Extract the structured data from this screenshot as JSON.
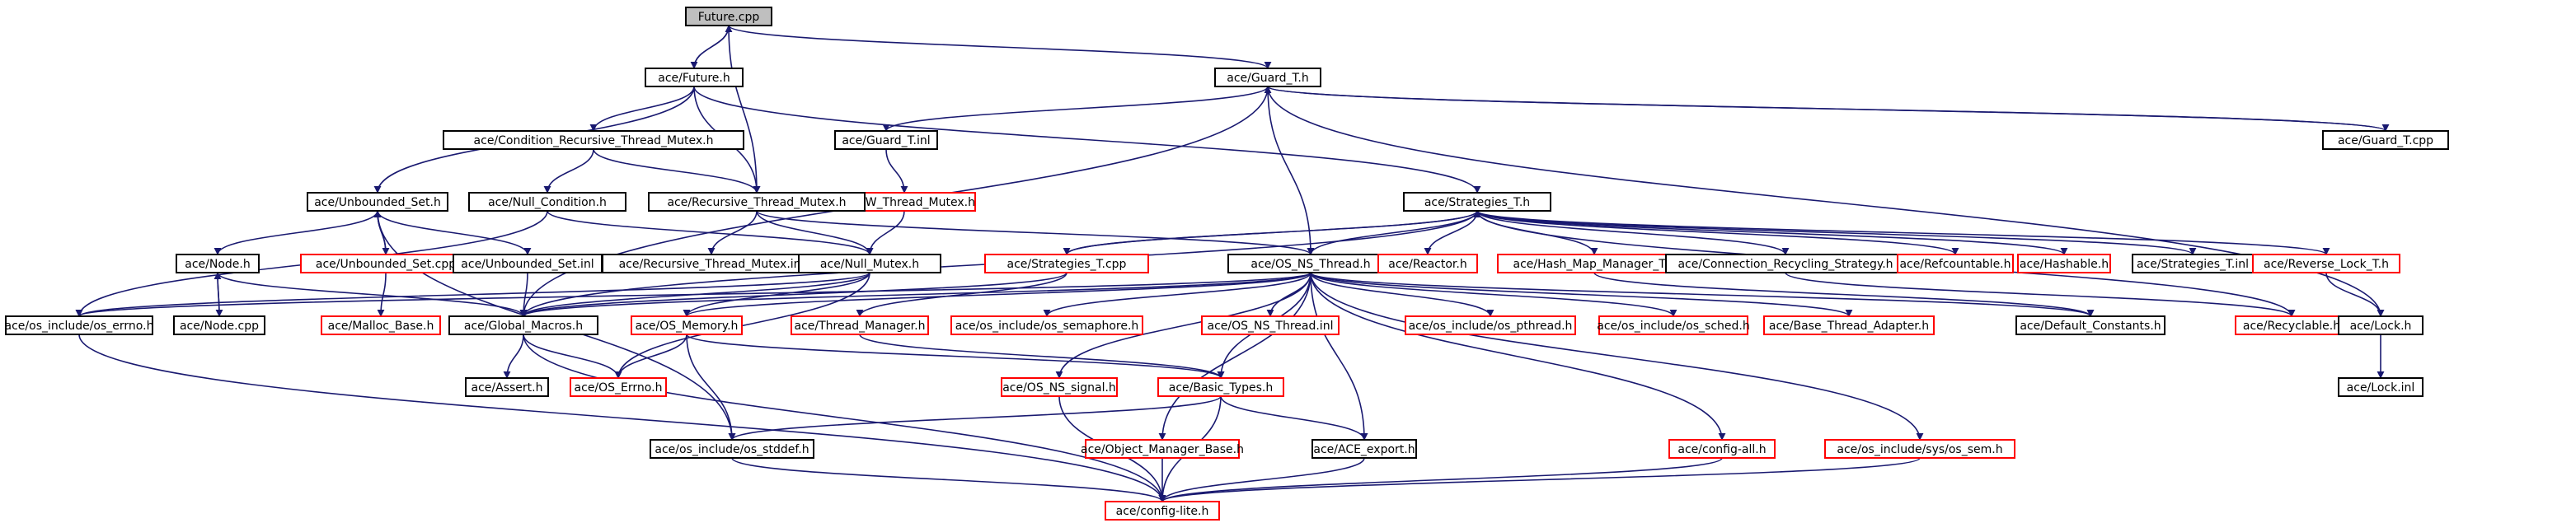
{
  "colors": {
    "normal": "#000000",
    "missing": "#ff0000",
    "root_fill": "#bfbfbf",
    "edge": "#191970"
  },
  "nodes": [
    {
      "id": "n0",
      "label": "Future.cpp",
      "kind": "root"
    },
    {
      "id": "n1",
      "label": "ace/Future.h",
      "kind": "normal"
    },
    {
      "id": "n2",
      "label": "ace/Guard_T.h",
      "kind": "normal"
    },
    {
      "id": "n3",
      "label": "ace/Guard_T.inl",
      "kind": "normal"
    },
    {
      "id": "n4",
      "label": "ace/Guard_T.cpp",
      "kind": "normal"
    },
    {
      "id": "n5",
      "label": "ace/Condition_Recursive_Thread_Mutex.h",
      "kind": "normal"
    },
    {
      "id": "n6",
      "label": "ace/RW_Thread_Mutex.h",
      "kind": "missing"
    },
    {
      "id": "n7",
      "label": "ace/Null_Condition.h",
      "kind": "normal"
    },
    {
      "id": "n8",
      "label": "ace/Recursive_Thread_Mutex.h",
      "kind": "normal"
    },
    {
      "id": "n9",
      "label": "ace/Unbounded_Set.h",
      "kind": "normal"
    },
    {
      "id": "n10",
      "label": "ace/Strategies_T.h",
      "kind": "normal"
    },
    {
      "id": "n11",
      "label": "ace/Node.h",
      "kind": "normal"
    },
    {
      "id": "n12",
      "label": "ace/Unbounded_Set.cpp",
      "kind": "missing"
    },
    {
      "id": "n13",
      "label": "ace/Unbounded_Set.inl",
      "kind": "normal"
    },
    {
      "id": "n14",
      "label": "ace/Recursive_Thread_Mutex.inl",
      "kind": "normal"
    },
    {
      "id": "n15",
      "label": "ace/Null_Mutex.h",
      "kind": "normal"
    },
    {
      "id": "n16",
      "label": "ace/Strategies_T.cpp",
      "kind": "missing"
    },
    {
      "id": "n17",
      "label": "ace/OS_NS_Thread.h",
      "kind": "normal"
    },
    {
      "id": "n18",
      "label": "ace/Reactor.h",
      "kind": "missing"
    },
    {
      "id": "n19",
      "label": "ace/Hash_Map_Manager_T.h",
      "kind": "missing"
    },
    {
      "id": "n20",
      "label": "ace/Connection_Recycling_Strategy.h",
      "kind": "normal"
    },
    {
      "id": "n21",
      "label": "ace/Refcountable.h",
      "kind": "missing"
    },
    {
      "id": "n22",
      "label": "ace/Hashable.h",
      "kind": "missing"
    },
    {
      "id": "n23",
      "label": "ace/Strategies_T.inl",
      "kind": "normal"
    },
    {
      "id": "n24",
      "label": "ace/Reverse_Lock_T.h",
      "kind": "missing"
    },
    {
      "id": "n25",
      "label": "ace/os_include/os_errno.h",
      "kind": "normal"
    },
    {
      "id": "n26",
      "label": "ace/Node.cpp",
      "kind": "normal"
    },
    {
      "id": "n27",
      "label": "ace/Malloc_Base.h",
      "kind": "missing"
    },
    {
      "id": "n28",
      "label": "ace/Global_Macros.h",
      "kind": "normal"
    },
    {
      "id": "n29",
      "label": "ace/OS_Memory.h",
      "kind": "missing"
    },
    {
      "id": "n30",
      "label": "ace/Thread_Manager.h",
      "kind": "missing"
    },
    {
      "id": "n31",
      "label": "ace/os_include/os_semaphore.h",
      "kind": "missing"
    },
    {
      "id": "n32",
      "label": "ace/OS_NS_Thread.inl",
      "kind": "missing"
    },
    {
      "id": "n33",
      "label": "ace/os_include/os_pthread.h",
      "kind": "missing"
    },
    {
      "id": "n34",
      "label": "ace/os_include/os_sched.h",
      "kind": "missing"
    },
    {
      "id": "n35",
      "label": "ace/Base_Thread_Adapter.h",
      "kind": "missing"
    },
    {
      "id": "n36",
      "label": "ace/Default_Constants.h",
      "kind": "normal"
    },
    {
      "id": "n37",
      "label": "ace/Recyclable.h",
      "kind": "missing"
    },
    {
      "id": "n38",
      "label": "ace/Lock.h",
      "kind": "normal"
    },
    {
      "id": "n39",
      "label": "ace/Assert.h",
      "kind": "normal"
    },
    {
      "id": "n40",
      "label": "ace/OS_Errno.h",
      "kind": "missing"
    },
    {
      "id": "n41",
      "label": "ace/OS_NS_signal.h",
      "kind": "missing"
    },
    {
      "id": "n42",
      "label": "ace/Basic_Types.h",
      "kind": "missing"
    },
    {
      "id": "n43",
      "label": "ace/Lock.inl",
      "kind": "normal"
    },
    {
      "id": "n44",
      "label": "ace/os_include/os_stddef.h",
      "kind": "normal"
    },
    {
      "id": "n45",
      "label": "ace/Object_Manager_Base.h",
      "kind": "missing"
    },
    {
      "id": "n46",
      "label": "ace/ACE_export.h",
      "kind": "normal"
    },
    {
      "id": "n47",
      "label": "ace/config-all.h",
      "kind": "missing"
    },
    {
      "id": "n48",
      "label": "ace/os_include/sys/os_sem.h",
      "kind": "missing"
    },
    {
      "id": "n49",
      "label": "ace/config-lite.h",
      "kind": "missing"
    }
  ],
  "edges": [
    [
      "n0",
      "n1"
    ],
    [
      "n0",
      "n2"
    ],
    [
      "n0",
      "n8"
    ],
    [
      "n1",
      "n0"
    ],
    [
      "n1",
      "n5"
    ],
    [
      "n1",
      "n8"
    ],
    [
      "n1",
      "n9"
    ],
    [
      "n1",
      "n10"
    ],
    [
      "n2",
      "n3"
    ],
    [
      "n2",
      "n4"
    ],
    [
      "n2",
      "n17"
    ],
    [
      "n2",
      "n28"
    ],
    [
      "n2",
      "n38"
    ],
    [
      "n3",
      "n6"
    ],
    [
      "n4",
      "n2"
    ],
    [
      "n5",
      "n7"
    ],
    [
      "n5",
      "n8"
    ],
    [
      "n6",
      "n15"
    ],
    [
      "n7",
      "n15"
    ],
    [
      "n7",
      "n25"
    ],
    [
      "n8",
      "n14"
    ],
    [
      "n8",
      "n15"
    ],
    [
      "n8",
      "n17"
    ],
    [
      "n9",
      "n11"
    ],
    [
      "n9",
      "n12"
    ],
    [
      "n9",
      "n13"
    ],
    [
      "n9",
      "n44"
    ],
    [
      "n10",
      "n16"
    ],
    [
      "n10",
      "n17"
    ],
    [
      "n10",
      "n18"
    ],
    [
      "n10",
      "n19"
    ],
    [
      "n10",
      "n20"
    ],
    [
      "n10",
      "n21"
    ],
    [
      "n10",
      "n22"
    ],
    [
      "n10",
      "n23"
    ],
    [
      "n10",
      "n24"
    ],
    [
      "n10",
      "n28"
    ],
    [
      "n10",
      "n37"
    ],
    [
      "n11",
      "n26"
    ],
    [
      "n11",
      "n28"
    ],
    [
      "n12",
      "n9"
    ],
    [
      "n12",
      "n27"
    ],
    [
      "n13",
      "n28"
    ],
    [
      "n15",
      "n25"
    ],
    [
      "n15",
      "n28"
    ],
    [
      "n15",
      "n29"
    ],
    [
      "n15",
      "n40"
    ],
    [
      "n16",
      "n10"
    ],
    [
      "n16",
      "n28"
    ],
    [
      "n16",
      "n30"
    ],
    [
      "n17",
      "n25"
    ],
    [
      "n17",
      "n28"
    ],
    [
      "n17",
      "n29"
    ],
    [
      "n17",
      "n31"
    ],
    [
      "n17",
      "n32"
    ],
    [
      "n17",
      "n33"
    ],
    [
      "n17",
      "n34"
    ],
    [
      "n17",
      "n35"
    ],
    [
      "n17",
      "n36"
    ],
    [
      "n17",
      "n41"
    ],
    [
      "n17",
      "n42"
    ],
    [
      "n17",
      "n45"
    ],
    [
      "n17",
      "n46"
    ],
    [
      "n17",
      "n47"
    ],
    [
      "n17",
      "n48"
    ],
    [
      "n19",
      "n36"
    ],
    [
      "n20",
      "n37"
    ],
    [
      "n24",
      "n38"
    ],
    [
      "n25",
      "n49"
    ],
    [
      "n26",
      "n11"
    ],
    [
      "n28",
      "n39"
    ],
    [
      "n28",
      "n40"
    ],
    [
      "n28",
      "n49"
    ],
    [
      "n29",
      "n40"
    ],
    [
      "n29",
      "n42"
    ],
    [
      "n29",
      "n44"
    ],
    [
      "n30",
      "n42"
    ],
    [
      "n38",
      "n43"
    ],
    [
      "n41",
      "n49"
    ],
    [
      "n42",
      "n44"
    ],
    [
      "n42",
      "n46"
    ],
    [
      "n42",
      "n49"
    ],
    [
      "n44",
      "n49"
    ],
    [
      "n45",
      "n49"
    ],
    [
      "n46",
      "n49"
    ],
    [
      "n47",
      "n49"
    ],
    [
      "n48",
      "n49"
    ]
  ]
}
